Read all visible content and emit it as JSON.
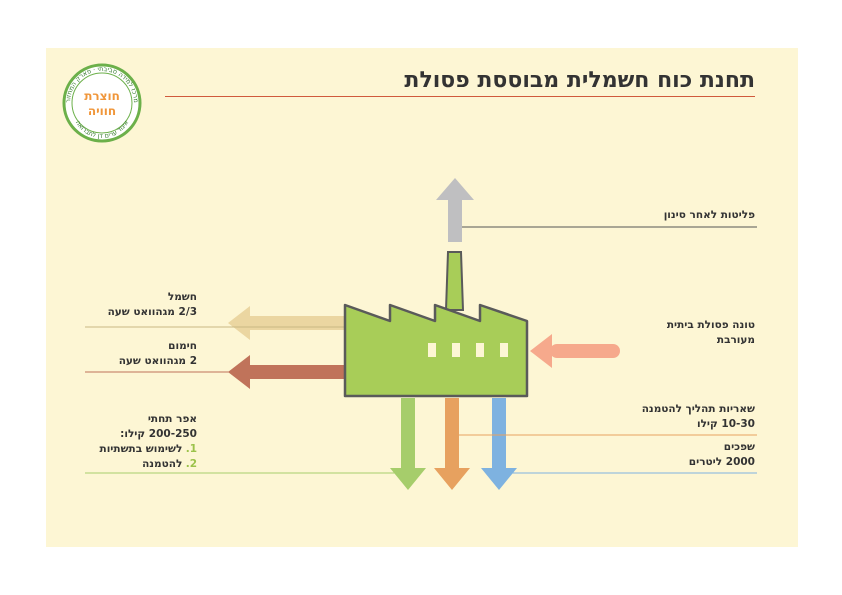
{
  "title": "תחנת כוח חשמלית מבוססת פסולת",
  "logo": {
    "top_text": "מרכז למידה סביבתי · פארק המחזור",
    "center_text_1": "חוצרת",
    "center_text_2": "חוויה",
    "bottom_text": "איגוד ערים דן לתברואה"
  },
  "labels": {
    "emissions": "פליטות לאחר סינון",
    "waste_input_1": "טונה פסולת ביתית",
    "waste_input_2": "מעורבת",
    "electricity_title": "חשמל",
    "electricity_value": "2/3 מגהוואט שעה",
    "heating_title": "חימום",
    "heating_value": "2 מגהוואט שעה",
    "residue_title": "שאריות תהליך להטמנה",
    "residue_value": "10-30 קילו",
    "wastewater_title": "שפכים",
    "wastewater_value": "2000 ליטרים",
    "ash_title": "אפר תחתי",
    "ash_value": "200-250 קילו:",
    "ash_item1_num": "1.",
    "ash_item1": "לשימוש בתשתיות",
    "ash_item2_num": "2.",
    "ash_item2": "להטמנה"
  },
  "colors": {
    "factory": "#a8cd58",
    "emissions": "#bfbfc1",
    "waste_input": "#f6a98c",
    "electricity": "#ebd6a1",
    "heating": "#c0735a",
    "ash": "#a6cd6b",
    "residue": "#e7a15f",
    "wastewater": "#7eb2e0"
  }
}
